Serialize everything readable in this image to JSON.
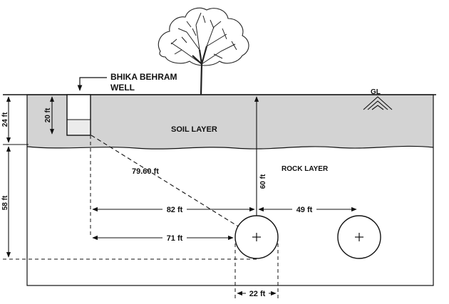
{
  "labels": {
    "well_name_line1": "BHIKA BEHRAM",
    "well_name_line2": "WELL",
    "ground_level": "GL",
    "soil_layer": "SOIL LAYER",
    "rock_layer": "ROCK LAYER"
  },
  "dimensions": {
    "soil_thickness": "24 ft",
    "well_depth": "20 ft",
    "rock_depth_to_base": "58 ft",
    "diagonal_distance": "79.60 ft",
    "depth_to_tunnel_center": "60 ft",
    "horizontal_to_tunnel_center": "82 ft",
    "tunnel_spacing": "49 ft",
    "horizontal_to_tunnel_edge": "71 ft",
    "tunnel_diameter": "22 ft"
  },
  "colors": {
    "soil_fill": "#d3d3d3",
    "line": "#111111",
    "background": "#ffffff"
  },
  "icons": {
    "tree": "tree-icon",
    "ground_level_symbol": "ground-level-symbol-icon",
    "tunnel_center_mark": "crosshair-icon"
  }
}
